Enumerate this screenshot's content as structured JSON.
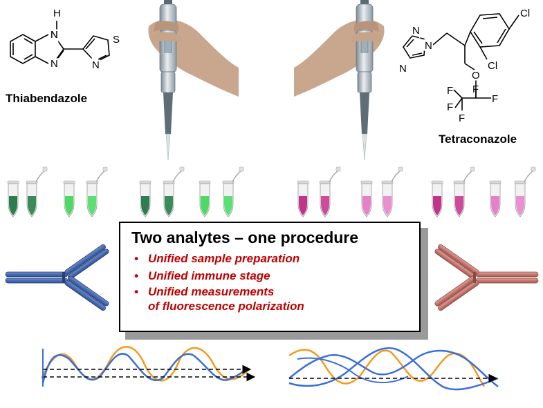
{
  "compounds": {
    "left_name": "Thiabendazole",
    "right_name": "Tetraconazole",
    "atoms": {
      "H": "H",
      "N": "N",
      "S": "S",
      "Cl": "Cl",
      "O": "O",
      "F": "F"
    }
  },
  "panel": {
    "title": "Two analytes – one procedure",
    "bullet_glyph": "•",
    "bullets": [
      {
        "line1": "Unified sample preparation"
      },
      {
        "line1": "Unified immune stage"
      },
      {
        "line1": "Unified measurements",
        "line2": "of fluorescence polarization"
      }
    ]
  },
  "colors": {
    "green_dark": "#2e7d4f",
    "green_light": "#4cd964",
    "pink_dark": "#c2338a",
    "pink_light": "#e680c8",
    "antibody_blue": "#4a6fb5",
    "antibody_red": "#c97a72",
    "wave_orange": "#f39a1e",
    "wave_blue": "#3a6fd8",
    "accent_red": "#c00000"
  },
  "icons": [
    "pipette-icon",
    "test-tube-icon",
    "antibody-icon",
    "polarized-wave-icon"
  ]
}
